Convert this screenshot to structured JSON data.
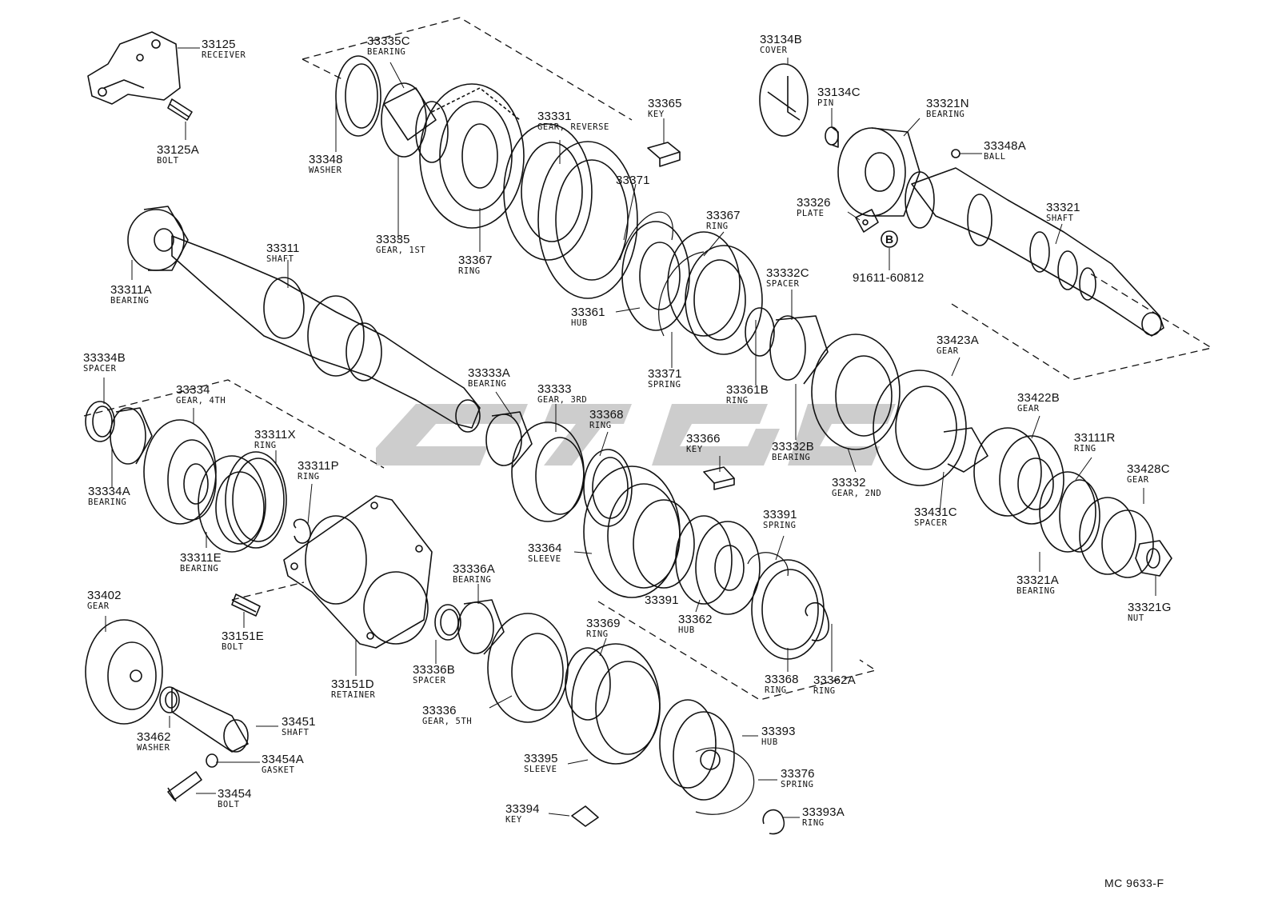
{
  "parts": [
    {
      "id": "p33125",
      "number": "33125",
      "name": "RECEIVER"
    },
    {
      "id": "p33125A",
      "number": "33125A",
      "name": "BOLT"
    },
    {
      "id": "p33335C",
      "number": "33335C",
      "name": "BEARING"
    },
    {
      "id": "p33348",
      "number": "33348",
      "name": "WASHER"
    },
    {
      "id": "p33335",
      "number": "33335",
      "name": "GEAR, 1ST"
    },
    {
      "id": "p33331",
      "number": "33331",
      "name": "GEAR, REVERSE"
    },
    {
      "id": "p33365",
      "number": "33365",
      "name": "KEY"
    },
    {
      "id": "p33371a",
      "number": "33371",
      "name": ""
    },
    {
      "id": "p33367a",
      "number": "33367",
      "name": "RING"
    },
    {
      "id": "p33367b",
      "number": "33367",
      "name": "RING"
    },
    {
      "id": "p33134B",
      "number": "33134B",
      "name": "COVER"
    },
    {
      "id": "p33134C",
      "number": "33134C",
      "name": "PIN"
    },
    {
      "id": "p33321N",
      "number": "33321N",
      "name": "BEARING"
    },
    {
      "id": "p33348A",
      "number": "33348A",
      "name": "BALL"
    },
    {
      "id": "p33326",
      "number": "33326",
      "name": "PLATE"
    },
    {
      "id": "p33321",
      "number": "33321",
      "name": "SHAFT"
    },
    {
      "id": "p91611",
      "number": "91611-60812",
      "name": ""
    },
    {
      "id": "p33311",
      "number": "33311",
      "name": "SHAFT"
    },
    {
      "id": "p33311A",
      "number": "33311A",
      "name": "BEARING"
    },
    {
      "id": "p33361",
      "number": "33361",
      "name": "HUB"
    },
    {
      "id": "p33371b",
      "number": "33371",
      "name": "SPRING"
    },
    {
      "id": "p33332C",
      "number": "33332C",
      "name": "SPACER"
    },
    {
      "id": "p33361B",
      "number": "33361B",
      "name": "RING"
    },
    {
      "id": "p33423A",
      "number": "33423A",
      "name": "GEAR"
    },
    {
      "id": "p33334B",
      "number": "33334B",
      "name": "SPACER"
    },
    {
      "id": "p33334",
      "number": "33334",
      "name": "GEAR, 4TH"
    },
    {
      "id": "p33333A",
      "number": "33333A",
      "name": "BEARING"
    },
    {
      "id": "p33333",
      "number": "33333",
      "name": "GEAR, 3RD"
    },
    {
      "id": "p33368a",
      "number": "33368",
      "name": "RING"
    },
    {
      "id": "p33311X",
      "number": "33311X",
      "name": "RING"
    },
    {
      "id": "p33311P",
      "number": "33311P",
      "name": "RING"
    },
    {
      "id": "p33334A",
      "number": "33334A",
      "name": "BEARING"
    },
    {
      "id": "p33366",
      "number": "33366",
      "name": "KEY"
    },
    {
      "id": "p33332B",
      "number": "33332B",
      "name": "BEARING"
    },
    {
      "id": "p33332",
      "number": "33332",
      "name": "GEAR, 2ND"
    },
    {
      "id": "p33422B",
      "number": "33422B",
      "name": "GEAR"
    },
    {
      "id": "p33111R",
      "number": "33111R",
      "name": "RING"
    },
    {
      "id": "p33428C",
      "number": "33428C",
      "name": "GEAR"
    },
    {
      "id": "p33431C",
      "number": "33431C",
      "name": "SPACER"
    },
    {
      "id": "p33311E",
      "number": "33311E",
      "name": "BEARING"
    },
    {
      "id": "p33364",
      "number": "33364",
      "name": "SLEEVE"
    },
    {
      "id": "p33391a",
      "number": "33391",
      "name": "SPRING"
    },
    {
      "id": "p33321A",
      "number": "33321A",
      "name": "BEARING"
    },
    {
      "id": "p33402",
      "number": "33402",
      "name": "GEAR"
    },
    {
      "id": "p33336A",
      "number": "33336A",
      "name": "BEARING"
    },
    {
      "id": "p33391b",
      "number": "33391",
      "name": ""
    },
    {
      "id": "p33362",
      "number": "33362",
      "name": "HUB"
    },
    {
      "id": "p33321G",
      "number": "33321G",
      "name": "NUT"
    },
    {
      "id": "p33151E",
      "number": "33151E",
      "name": "BOLT"
    },
    {
      "id": "p33369",
      "number": "33369",
      "name": "RING"
    },
    {
      "id": "p33336B",
      "number": "33336B",
      "name": "SPACER"
    },
    {
      "id": "p33151D",
      "number": "33151D",
      "name": "RETAINER"
    },
    {
      "id": "p33368b",
      "number": "33368",
      "name": "RING"
    },
    {
      "id": "p33362A",
      "number": "33362A",
      "name": "RING"
    },
    {
      "id": "p33336",
      "number": "33336",
      "name": "GEAR, 5TH"
    },
    {
      "id": "p33451",
      "number": "33451",
      "name": "SHAFT"
    },
    {
      "id": "p33462",
      "number": "33462",
      "name": "WASHER"
    },
    {
      "id": "p33393",
      "number": "33393",
      "name": "HUB"
    },
    {
      "id": "p33395",
      "number": "33395",
      "name": "SLEEVE"
    },
    {
      "id": "p33454A",
      "number": "33454A",
      "name": "GASKET"
    },
    {
      "id": "p33376",
      "number": "33376",
      "name": "SPRING"
    },
    {
      "id": "p33454",
      "number": "33454",
      "name": "BOLT"
    },
    {
      "id": "p33394",
      "number": "33394",
      "name": "KEY"
    },
    {
      "id": "p33393A",
      "number": "33393A",
      "name": "RING"
    }
  ],
  "circled_marker": "B",
  "diagram_code": "MC 9633-F",
  "colors": {
    "ink": "#111111",
    "watermark": "#c8c8c8"
  }
}
